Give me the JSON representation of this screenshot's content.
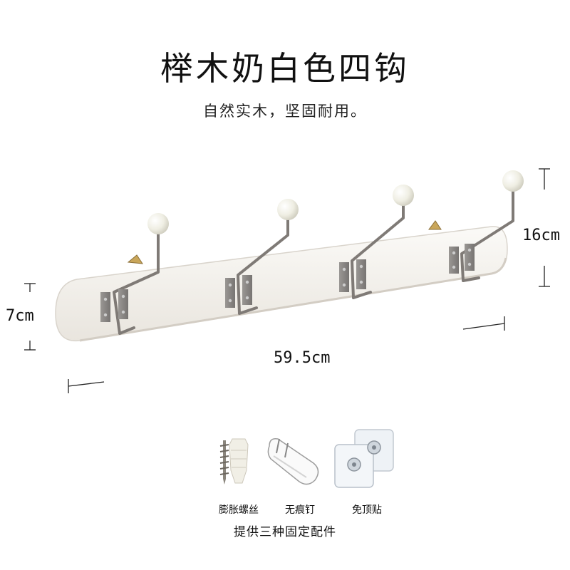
{
  "title": "榉木奶白色四钩",
  "subtitle": "自然实木，坚固耐用。",
  "dimensions": {
    "width": "59.5cm",
    "height": "16cm",
    "depth": "7cm"
  },
  "accessories": {
    "items": [
      {
        "label": "膨胀螺丝",
        "icon": "expansion-screw-icon"
      },
      {
        "label": "无痕钉",
        "icon": "traceless-nail-icon"
      },
      {
        "label": "免顶贴",
        "icon": "adhesive-patch-icon"
      }
    ],
    "note": "提供三种固定配件"
  },
  "colors": {
    "board": "#f3f0eb",
    "hook_metal": "#7f7a76",
    "knob": "#efeee3",
    "plate": "#8a8785"
  }
}
